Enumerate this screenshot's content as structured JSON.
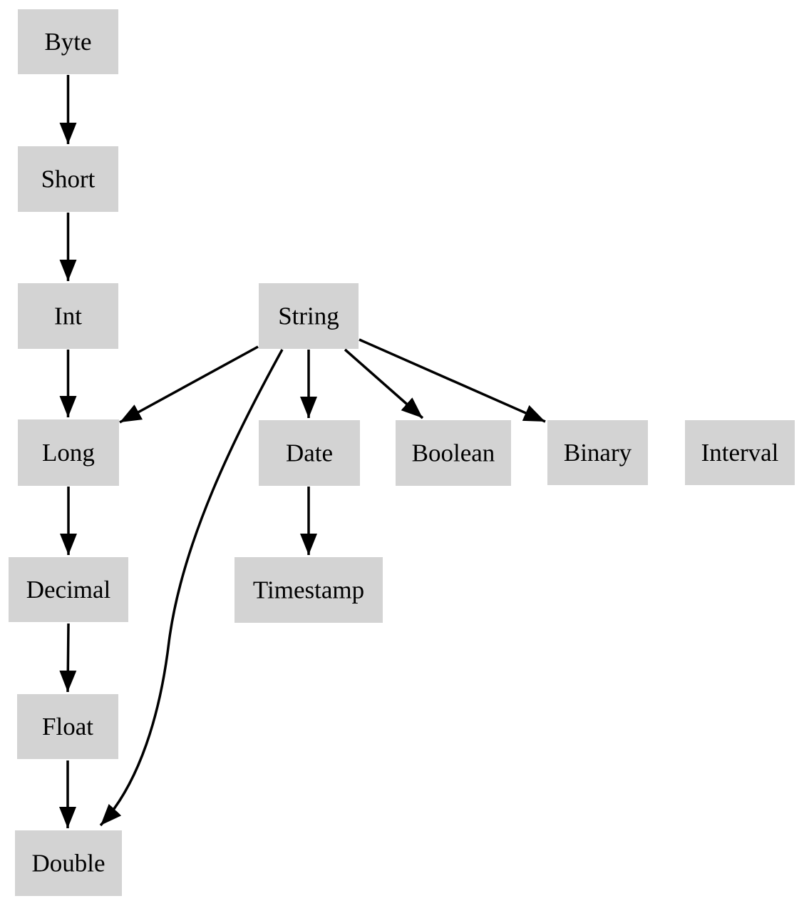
{
  "diagram": {
    "type": "directed-graph",
    "description": "Type promotion hierarchy graph",
    "background": "#ffffff",
    "node_fill": "#d3d3d3",
    "text_color": "#000000",
    "edge_color": "#000000",
    "nodes": {
      "byte": {
        "label": "Byte"
      },
      "short": {
        "label": "Short"
      },
      "int": {
        "label": "Int"
      },
      "string": {
        "label": "String"
      },
      "long": {
        "label": "Long"
      },
      "date": {
        "label": "Date"
      },
      "boolean": {
        "label": "Boolean"
      },
      "binary": {
        "label": "Binary"
      },
      "interval": {
        "label": "Interval"
      },
      "decimal": {
        "label": "Decimal"
      },
      "timestamp": {
        "label": "Timestamp"
      },
      "float": {
        "label": "Float"
      },
      "double": {
        "label": "Double"
      }
    },
    "edges": [
      {
        "from": "Byte",
        "to": "Short"
      },
      {
        "from": "Short",
        "to": "Int"
      },
      {
        "from": "Int",
        "to": "Long"
      },
      {
        "from": "Long",
        "to": "Decimal"
      },
      {
        "from": "Decimal",
        "to": "Float"
      },
      {
        "from": "Float",
        "to": "Double"
      },
      {
        "from": "String",
        "to": "Long"
      },
      {
        "from": "String",
        "to": "Date"
      },
      {
        "from": "String",
        "to": "Boolean"
      },
      {
        "from": "String",
        "to": "Binary"
      },
      {
        "from": "String",
        "to": "Double"
      },
      {
        "from": "Date",
        "to": "Timestamp"
      }
    ]
  }
}
